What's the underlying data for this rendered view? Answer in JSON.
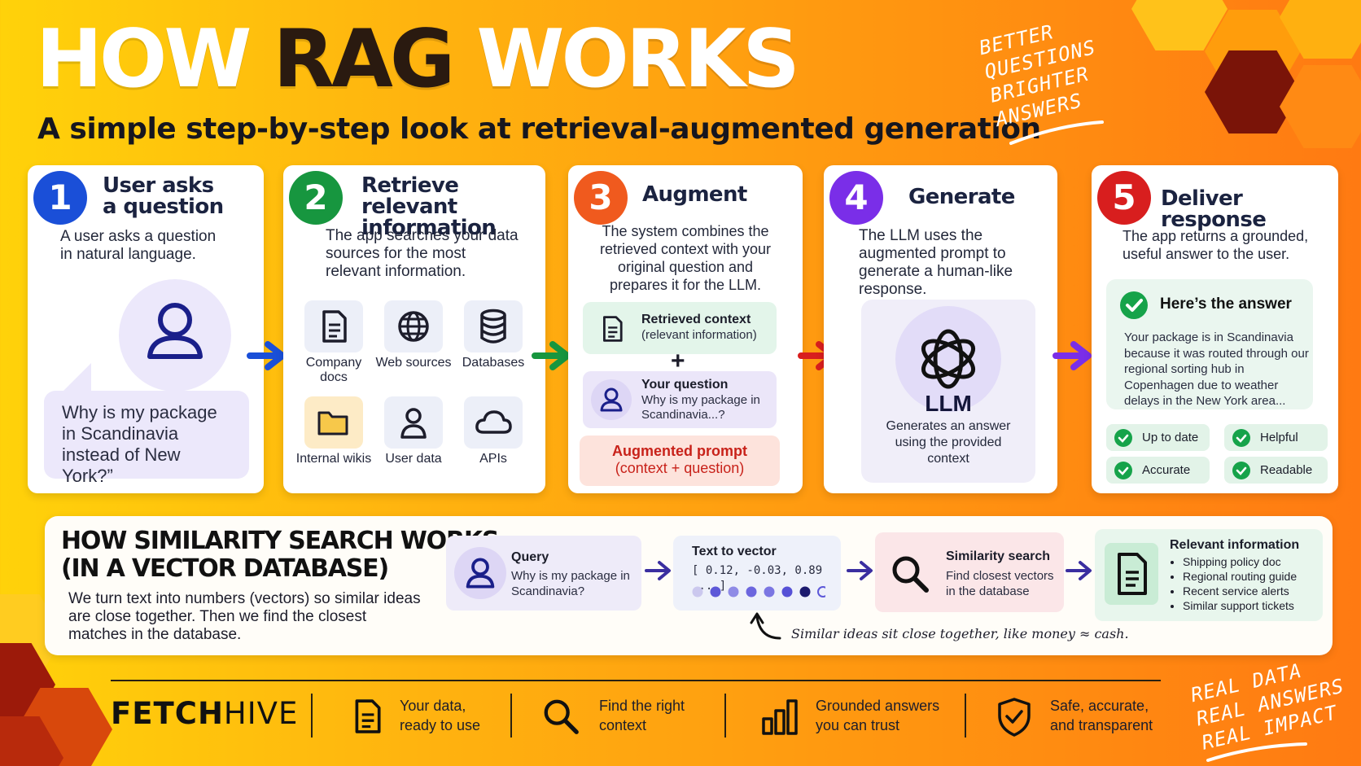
{
  "header": {
    "title_part1": "HOW ",
    "title_part2": "RAG",
    "title_part3": " WORKS",
    "subtitle": "A simple step-by-step look at retrieval-augmented generation",
    "tagline_top": [
      "BETTER",
      "QUESTIONS",
      "BRIGHTER",
      "ANSWERS"
    ],
    "tagline_bottom": [
      "REAL DATA",
      "REAL ANSWERS",
      "REAL IMPACT"
    ]
  },
  "colors": {
    "step1": "#1a4fd8",
    "step2": "#17963f",
    "step3": "#f05a1e",
    "step4": "#7a2ee8",
    "step5": "#d81e1e"
  },
  "steps": [
    {
      "number": "1",
      "title_lines": [
        "User asks",
        "a question"
      ],
      "description": "A user asks a question in natural language.",
      "bubble": "Why is my package in Scandinavia instead of New York?”"
    },
    {
      "number": "2",
      "title_lines": [
        "Retrieve relevant",
        "information"
      ],
      "description": "The app searches your data sources for the most relevant information.",
      "sources": [
        {
          "label": "Company docs",
          "icon": "document-icon"
        },
        {
          "label": "Web sources",
          "icon": "globe-icon"
        },
        {
          "label": "Databases",
          "icon": "database-icon"
        },
        {
          "label": "Internal wikis",
          "icon": "folder-icon"
        },
        {
          "label": "User data",
          "icon": "user-icon"
        },
        {
          "label": "APIs",
          "icon": "cloud-icon"
        }
      ]
    },
    {
      "number": "3",
      "title": "Augment",
      "description": "The system combines the retrieved context with your original question and prepares it for the LLM.",
      "context_title": "Retrieved context",
      "context_sub": "(relevant information)",
      "plus": "+",
      "question_title": "Your question",
      "question_sub": "Why is my package in Scandinavia...?",
      "augmented_title": "Augmented prompt",
      "augmented_sub": "(context + question)"
    },
    {
      "number": "4",
      "title": "Generate",
      "description": "The LLM uses the augmented prompt to generate a human-like response.",
      "llm_label": "LLM",
      "llm_desc": "Generates an answer using the provided context"
    },
    {
      "number": "5",
      "title": "Deliver response",
      "description": "The app returns a grounded, useful answer to the user.",
      "answer_title": "Here’s the answer",
      "answer_text": "Your package is in Scandinavia because it was routed through our regional sorting hub in Copenhagen due to weather delays in the New York area...",
      "badges": [
        "Up to date",
        "Helpful",
        "Accurate",
        "Readable"
      ]
    }
  ],
  "similarity": {
    "title_lines": [
      "HOW SIMILARITY SEARCH WORKS",
      "(IN A VECTOR DATABASE)"
    ],
    "description": "We turn text into numbers (vectors) so similar ideas are close together. Then we find the closest matches in the database.",
    "query_title": "Query",
    "query_text": "Why is my package in Scandinavia?",
    "vector_title": "Text to vector",
    "vector_values": "[ 0.12, -0.03, 0.89 ... ]",
    "search_title": "Similarity search",
    "search_text": "Find closest vectors in the database",
    "relevant_title": "Relevant information",
    "relevant_items": [
      "Shipping policy doc",
      "Regional routing guide",
      "Recent service alerts",
      "Similar support tickets"
    ],
    "note": "Similar ideas sit close together, like money ≈ cash."
  },
  "footer": {
    "brand_bold": "FETCH",
    "brand_light": "HIVE",
    "items": [
      {
        "text_lines": [
          "Your data,",
          "ready to use"
        ],
        "icon": "document-icon"
      },
      {
        "text_lines": [
          "Find the right",
          "context"
        ],
        "icon": "search-icon"
      },
      {
        "text_lines": [
          "Grounded answers",
          "you can trust"
        ],
        "icon": "bar-chart-icon"
      },
      {
        "text_lines": [
          "Safe, accurate,",
          "and transparent"
        ],
        "icon": "shield-check-icon"
      }
    ]
  }
}
